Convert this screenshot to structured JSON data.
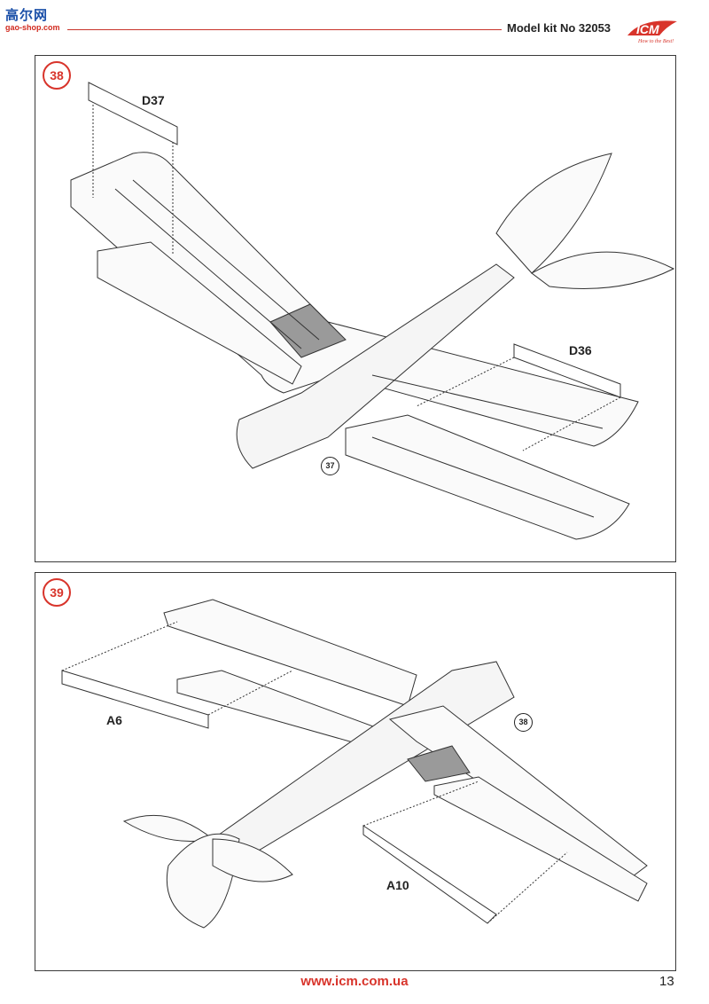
{
  "header": {
    "watermark_cn": "高尔网",
    "watermark_site": "gao-shop.com",
    "kit_label": "Model kit No 32053",
    "brand": "ICM",
    "brand_tagline": "How to the Best!",
    "colors": {
      "accent": "#d8342b",
      "watermark_blue": "#1a4fa8"
    }
  },
  "steps": [
    {
      "number": "38",
      "parts": [
        {
          "label": "D37"
        },
        {
          "label": "D36"
        }
      ],
      "refs": [
        "37"
      ]
    },
    {
      "number": "39",
      "parts": [
        {
          "label": "A6"
        },
        {
          "label": "A10"
        }
      ],
      "refs": [
        "38"
      ]
    }
  ],
  "footer": {
    "url": "www.icm.com.ua",
    "page": "13"
  }
}
